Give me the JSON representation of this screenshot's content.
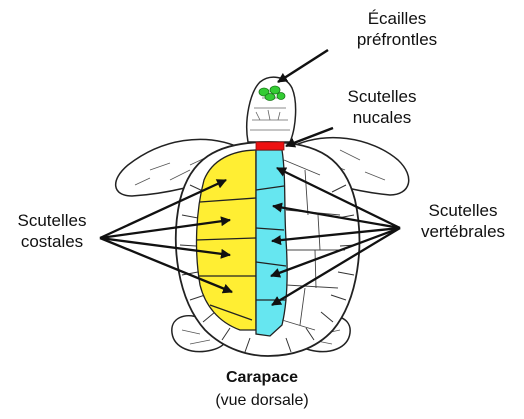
{
  "labels": {
    "prefrontal_line1": "Écailles",
    "prefrontal_line2": "préfrontles",
    "nuchal_line1": "Scutelles",
    "nuchal_line2": "nucales",
    "costal_line1": "Scutelles",
    "costal_line2": "costales",
    "vertebral_line1": "Scutelles",
    "vertebral_line2": "vertébrales"
  },
  "caption": {
    "title": "Carapace",
    "subtitle": "(vue dorsale)"
  },
  "colors": {
    "prefrontal": "#33cc33",
    "nuchal": "#ee1111",
    "costal": "#ffee33",
    "vertebral": "#66e6f0",
    "outline": "#222222",
    "marginal": "#ffffff"
  }
}
